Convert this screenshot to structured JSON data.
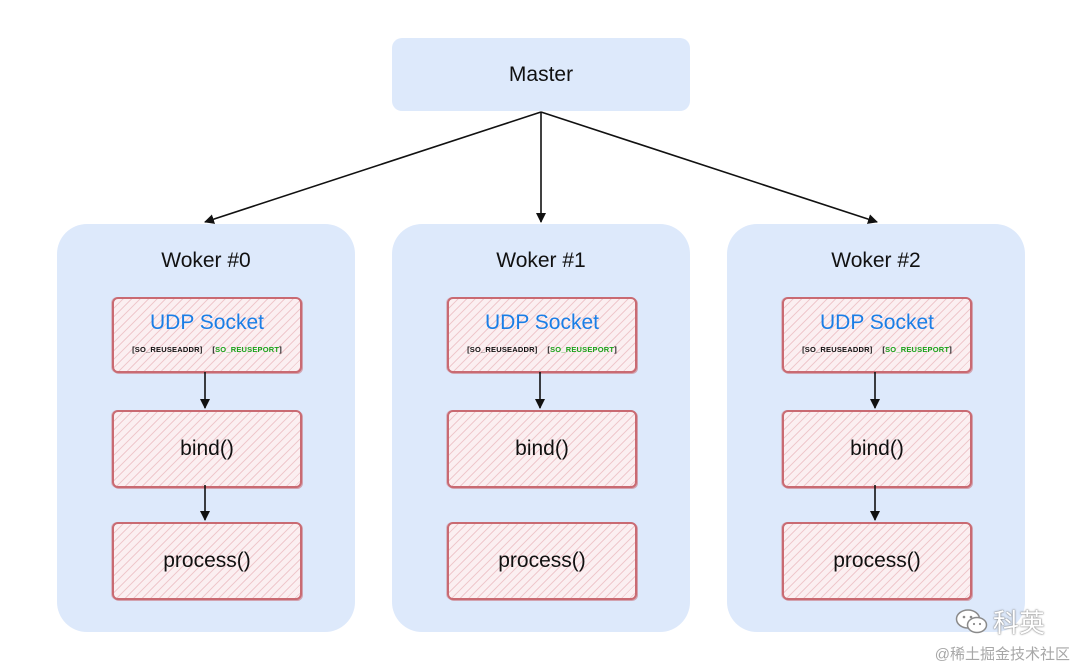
{
  "master": {
    "label": "Master"
  },
  "workers": [
    {
      "title": "Woker #0",
      "socket": "UDP Socket",
      "opt_addr": "[SO_REUSEADDR]",
      "opt_port": "SO_REUSEPORT",
      "bind": "bind()",
      "process": "process()"
    },
    {
      "title": "Woker #1",
      "socket": "UDP Socket",
      "opt_addr": "[SO_REUSEADDR]",
      "opt_port": "SO_REUSEPORT",
      "bind": "bind()",
      "process": "process()"
    },
    {
      "title": "Woker #2",
      "socket": "UDP Socket",
      "opt_addr": "[SO_REUSEADDR]",
      "opt_port": "SO_REUSEPORT",
      "bind": "bind()",
      "process": "process()"
    }
  ],
  "watermark": {
    "brand": "科英",
    "site": "@稀土掘金技术社区",
    "icon": "wechat-icon"
  },
  "colors": {
    "box_fill": "#dde9fb",
    "step_border": "#c96a72",
    "socket_text": "#1a7ee6",
    "reuseport_text": "#1aa31a"
  }
}
